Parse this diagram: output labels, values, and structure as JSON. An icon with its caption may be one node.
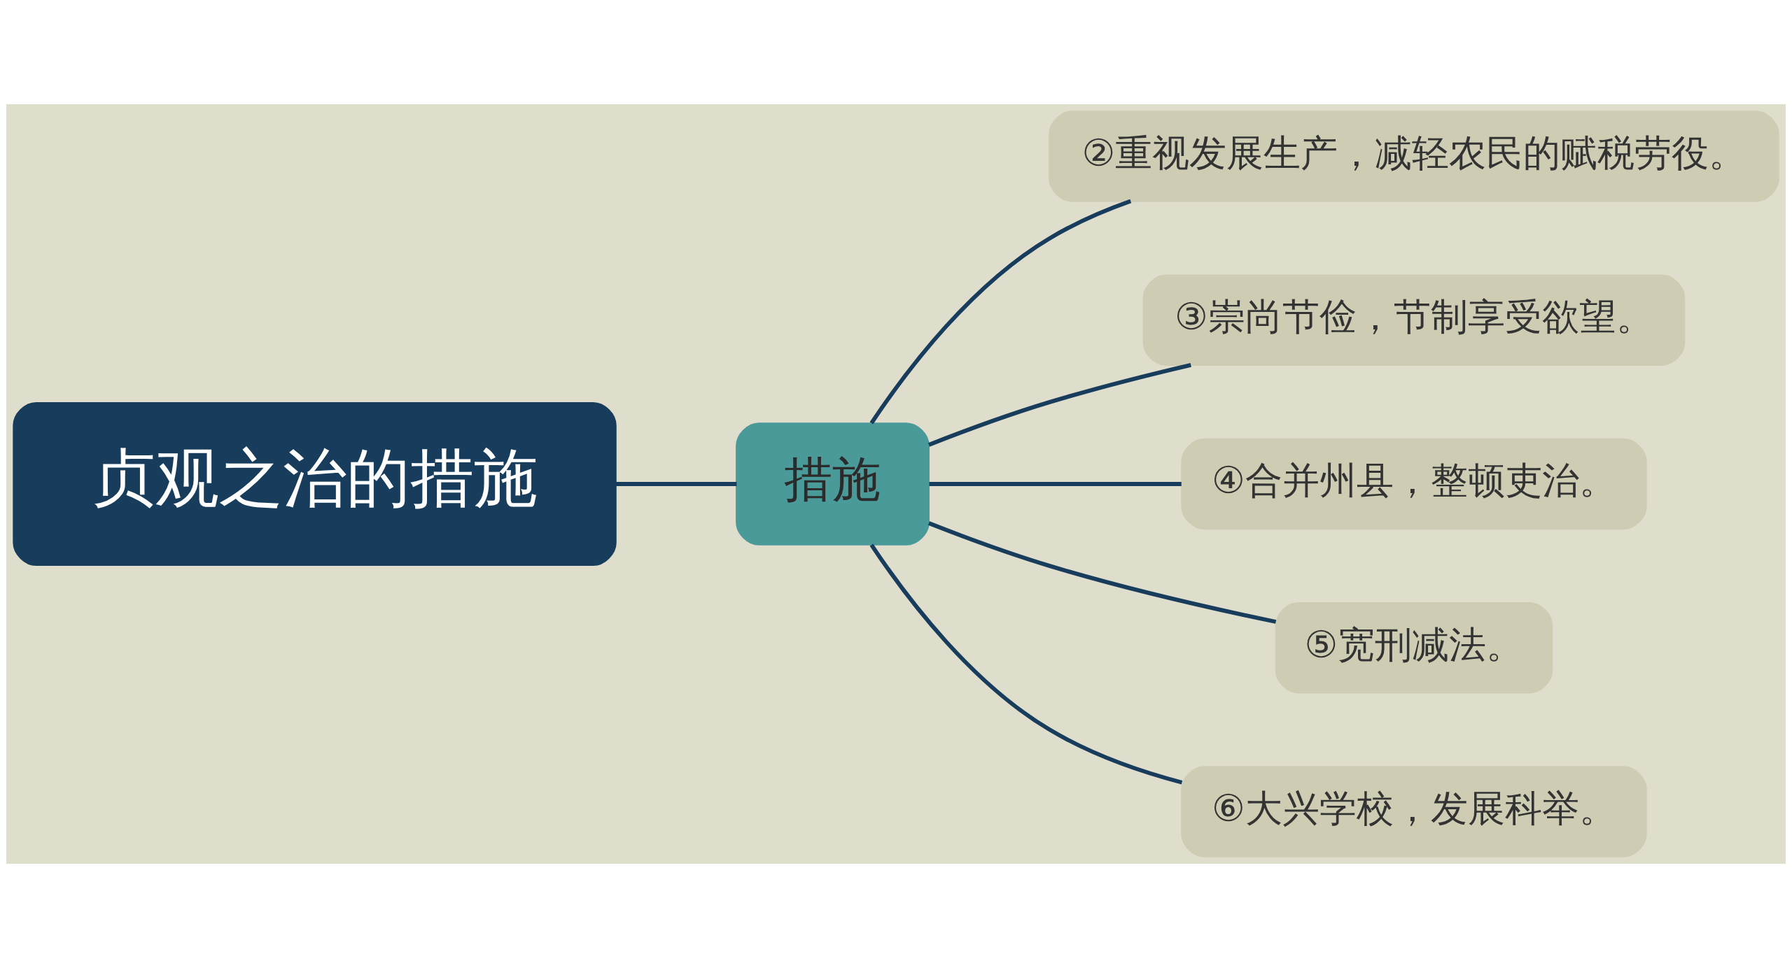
{
  "diagram": {
    "nodes": [
      {
        "text": [
          "贞观之治的措施"
        ]
      },
      {
        "text": [
          "措施"
        ]
      },
      {
        "text": [
          "②重视发展生产，减轻农民的赋税劳役。"
        ]
      },
      {
        "text": [
          "③崇尚节俭，节制享受欲望。"
        ]
      },
      {
        "text": [
          "④合并州县，整顿吏治。"
        ]
      },
      {
        "text": [
          "⑤宽刑减法。"
        ]
      },
      {
        "text": [
          "⑥大兴学校，发展科举。"
        ]
      }
    ],
    "edges": [
      {
        "from": 0,
        "to": 1,
        "arrow": "none"
      },
      {
        "from": 1,
        "to": 2,
        "arrow": "none"
      },
      {
        "from": 1,
        "to": 3,
        "arrow": "none"
      },
      {
        "from": 1,
        "to": 4,
        "arrow": "none"
      },
      {
        "from": 1,
        "to": 5,
        "arrow": "none"
      },
      {
        "from": 1,
        "to": 6,
        "arrow": "none"
      }
    ]
  }
}
